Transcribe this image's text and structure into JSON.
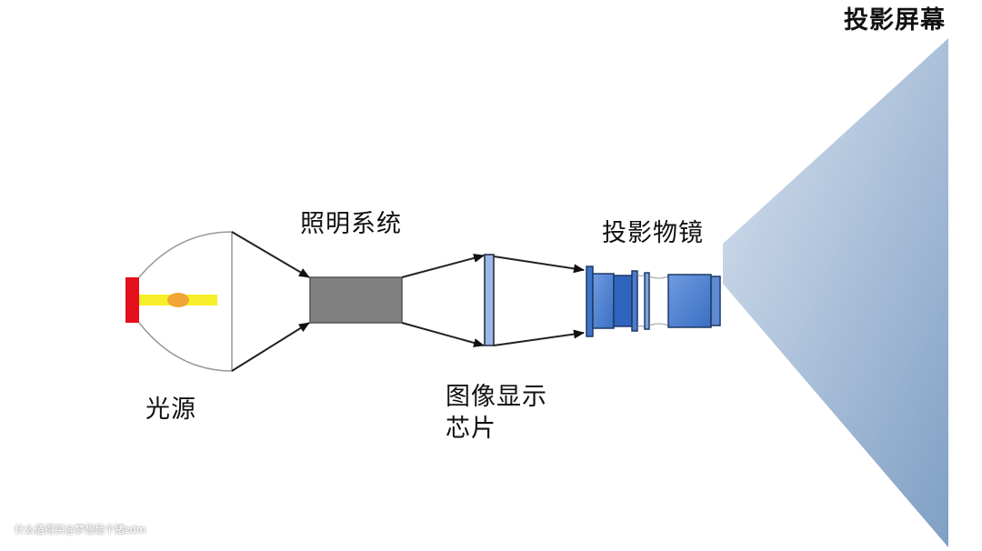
{
  "labels": {
    "light_source": "光源",
    "illumination_system": "照明系统",
    "image_chip_line1": "图像显示",
    "image_chip_line2": "芯片",
    "projection_lens": "投影物镜",
    "projection_screen": "投影屏幕"
  },
  "watermark": "什么值得买@梦想是个猪zdm",
  "colors": {
    "lamp_base": "#e4101e",
    "filament": "#f7ef2a",
    "filament_core": "#f0a536",
    "illumination_box": "#808080",
    "chip": "#9bb8e8",
    "lens_blue": "#3f74c8",
    "screen_light": "#d6e0ee",
    "screen_dark": "#8aa6c8"
  }
}
